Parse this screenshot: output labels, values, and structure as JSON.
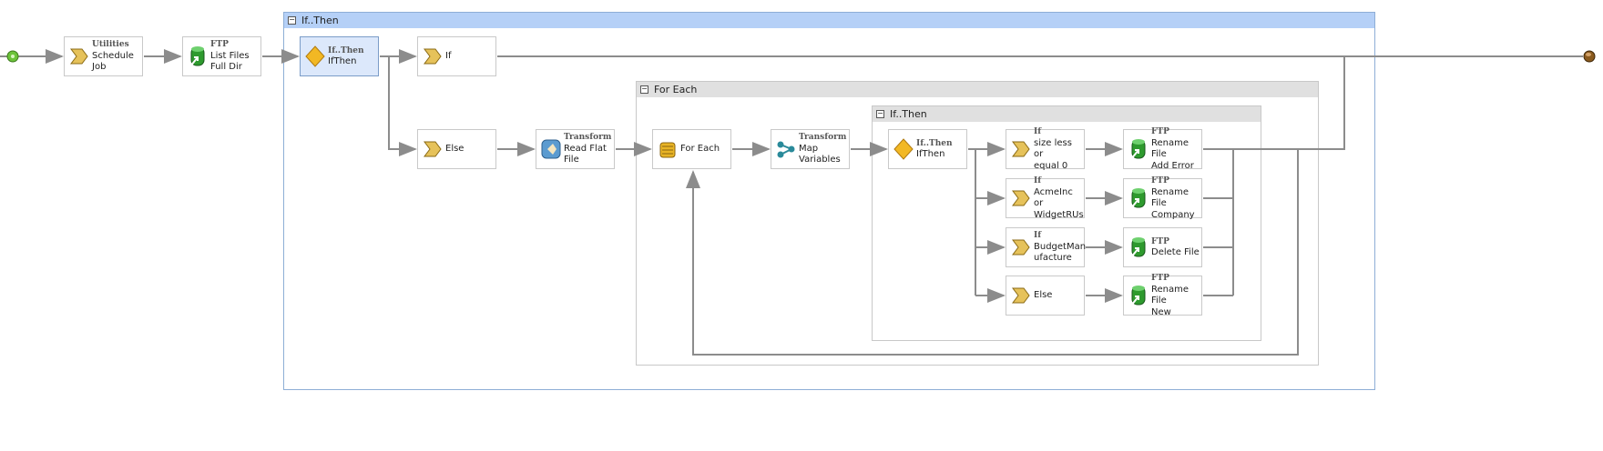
{
  "containers": {
    "outer": {
      "title": "If..Then"
    },
    "foreach": {
      "title": "For Each"
    },
    "inner": {
      "title": "If..Then"
    }
  },
  "nodes": {
    "utilities": {
      "category": "Utilities",
      "line1": "Schedule",
      "line2": "Job",
      "icon": "chevron-icon"
    },
    "ftp_list": {
      "category": "FTP",
      "line1": "List Files",
      "line2": "Full Dir",
      "icon": "ftp-icon"
    },
    "ifthen_outer": {
      "category": "If..Then",
      "line1": "IfThen",
      "line2": "",
      "icon": "diamond-icon",
      "selected": true
    },
    "if_outer": {
      "category": "",
      "line1": "If",
      "line2": "",
      "icon": "chevron-icon"
    },
    "else_outer": {
      "category": "",
      "line1": "Else",
      "line2": "",
      "icon": "chevron-icon"
    },
    "transform_read": {
      "category": "Transform",
      "line1": "Read Flat",
      "line2": "File",
      "icon": "transform-icon"
    },
    "foreach": {
      "category": "",
      "line1": "For Each",
      "line2": "",
      "icon": "foreach-icon"
    },
    "transform_map": {
      "category": "Transform",
      "line1": "Map",
      "line2": "Variables",
      "icon": "map-icon"
    },
    "ifthen_inner": {
      "category": "If..Then",
      "line1": "IfThen",
      "line2": "",
      "icon": "diamond-icon"
    },
    "if_size": {
      "category": "If",
      "line1": "size less or",
      "line2": "equal 0",
      "icon": "chevron-icon"
    },
    "if_acme": {
      "category": "If",
      "line1": "AcmeInc or",
      "line2": "WidgetRUs",
      "icon": "chevron-icon"
    },
    "if_budget": {
      "category": "If",
      "line1": "BudgetMan",
      "line2": "ufacture",
      "icon": "chevron-icon"
    },
    "else_inner": {
      "category": "",
      "line1": "Else",
      "line2": "",
      "icon": "chevron-icon"
    },
    "ftp_rename_error": {
      "category": "FTP",
      "line1": "Rename File",
      "line2": "Add Error",
      "icon": "ftp-icon"
    },
    "ftp_rename_company": {
      "category": "FTP",
      "line1": "Rename File",
      "line2": "Company",
      "icon": "ftp-icon"
    },
    "ftp_delete": {
      "category": "FTP",
      "line1": "Delete File",
      "line2": "",
      "icon": "ftp-icon"
    },
    "ftp_rename_new": {
      "category": "FTP",
      "line1": "Rename File",
      "line2": "New",
      "icon": "ftp-icon"
    }
  },
  "colors": {
    "connector": "#8c8c8c",
    "start": "#6cc33a",
    "end": "#8a5a1e",
    "selected": "#dce8fb",
    "outer_header": "#b5d0f7"
  }
}
